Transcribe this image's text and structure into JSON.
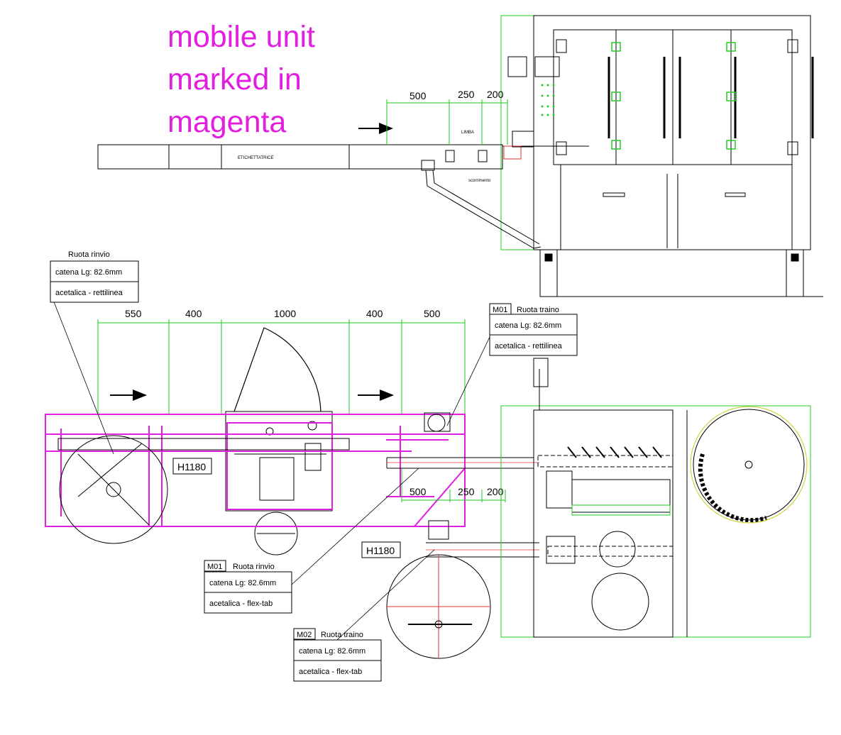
{
  "annotation": {
    "lines": [
      "mobile unit",
      "marked in",
      "magenta"
    ],
    "color": "#e21ee0"
  },
  "top_view": {
    "dims": [
      "500",
      "250",
      "200"
    ],
    "conveyor_label": "ETICHETTATRICE",
    "small_labels": [
      "LIMBA",
      "scorrimento"
    ]
  },
  "bottom_view": {
    "dims_upper": [
      "550",
      "400",
      "1000",
      "400",
      "500"
    ],
    "dims_lower": [
      "500",
      "250",
      "200"
    ],
    "height_labels": [
      "H1180",
      "H1180"
    ]
  },
  "callouts": [
    {
      "tag": "",
      "title": "Ruota rinvio",
      "rows": [
        "catena Lg: 82.6mm",
        "acetalica - rettilinea"
      ]
    },
    {
      "tag": "M01",
      "title": "Ruota traino",
      "rows": [
        "catena Lg: 82.6mm",
        "acetalica - rettilinea"
      ]
    },
    {
      "tag": "M01",
      "title": "Ruota rinvio",
      "rows": [
        "catena Lg: 82.6mm",
        "acetalica - flex-tab"
      ]
    },
    {
      "tag": "M02",
      "title": "Ruota traino",
      "rows": [
        "catena Lg: 82.6mm",
        "acetalica - flex-tab"
      ]
    }
  ],
  "colors": {
    "mobile_unit": "#e21ee0",
    "dimension": "#1ec81e",
    "machine_outline": "#22cc22",
    "centerline": "#e03030",
    "line": "#000000"
  }
}
